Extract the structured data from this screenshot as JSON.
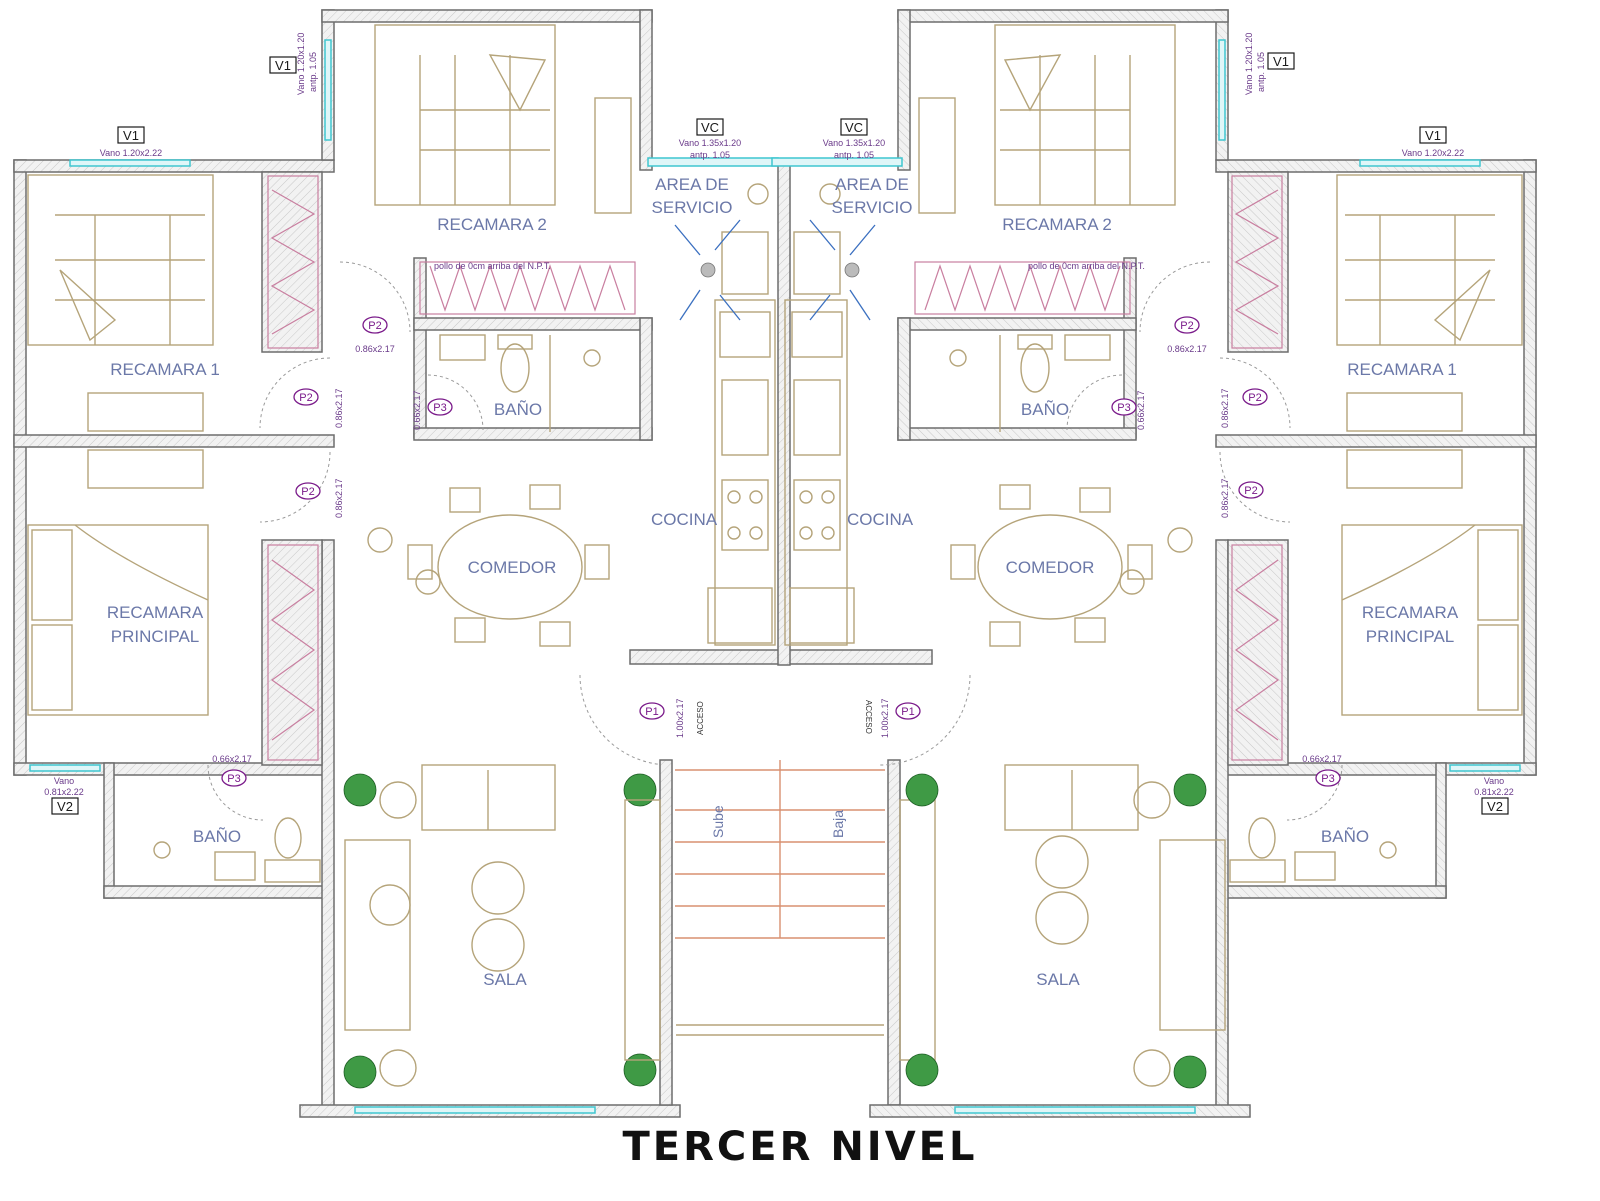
{
  "title": "TERCER NIVEL",
  "colors": {
    "room_label": "#6b78a8",
    "wall": "#6d6d6d",
    "furniture": "#b5a47a",
    "window": "#3fc6d0",
    "door_tag": "#7a1a8a",
    "stairs": "#d89070"
  },
  "rooms": {
    "recamara1": "RECAMARA  1",
    "recamara2": "RECAMARA  2",
    "principal_line1": "RECAMARA",
    "principal_line2": "PRINCIPAL",
    "bano": "BAÑO",
    "servicio_line1": "AREA  DE",
    "servicio_line2": "SERVICIO",
    "cocina": "COCINA",
    "comedor": "COMEDOR",
    "sala": "SALA"
  },
  "tags": {
    "v1": "V1",
    "v2": "V2",
    "vc": "VC",
    "p1": "P1",
    "p2": "P2",
    "p3": "P3"
  },
  "dims": {
    "v1_top": "Vano 1.20x2.22",
    "v1_side": "Vano 1.20x1.20",
    "v1_side_antp": "antp. 1.05",
    "vc": "Vano 1.35x1.20",
    "vc_antp": "antp. 1.05",
    "v2_vano": "Vano",
    "v2_size": "0.81x2.22",
    "p1": "1.00x2.17",
    "p2": "0.86x2.17",
    "p3": "0.66x2.17",
    "closet_note": "pollo de 0cm arriba del N.P.T."
  },
  "stairs": {
    "up": "Sube",
    "down": "Baja",
    "access": "ACCESO"
  }
}
